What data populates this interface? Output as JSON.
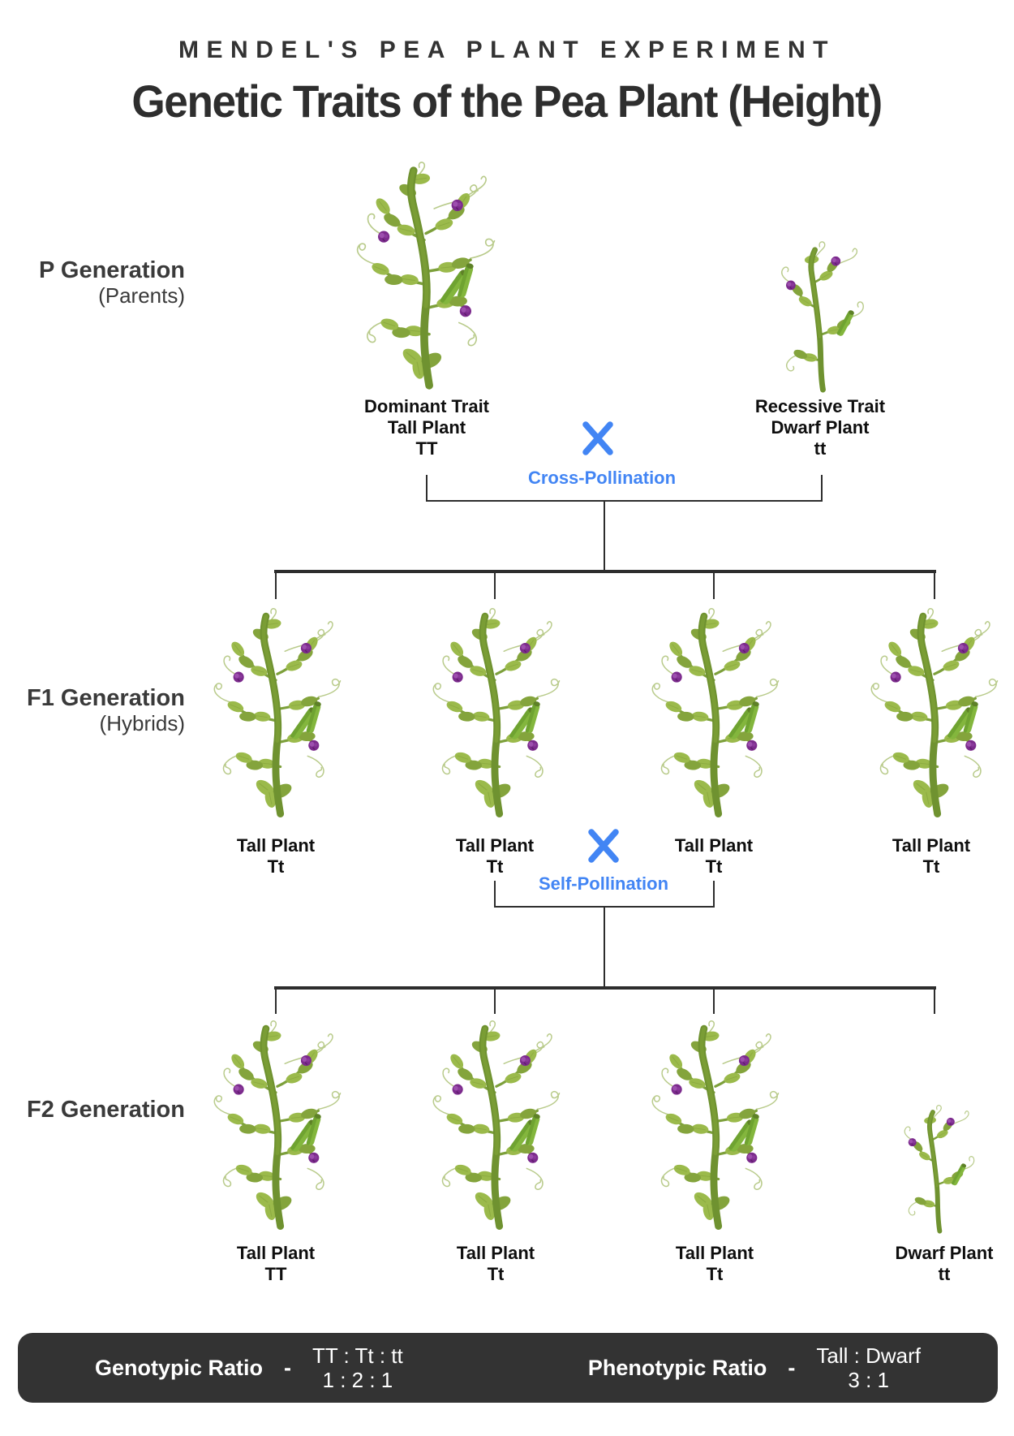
{
  "header": {
    "kicker": "MENDEL'S PEA PLANT EXPERIMENT",
    "title": "Genetic Traits of the Pea Plant (Height)"
  },
  "generations": {
    "p": {
      "label": "P Generation",
      "sublabel": "(Parents)"
    },
    "f1": {
      "label": "F1 Generation",
      "sublabel": "(Hybrids)"
    },
    "f2": {
      "label": "F2 Generation"
    }
  },
  "p_generation": {
    "dominant": {
      "trait": "Dominant Trait",
      "phenotype": "Tall Plant",
      "genotype": "TT"
    },
    "recessive": {
      "trait": "Recessive Trait",
      "phenotype": "Dwarf Plant",
      "genotype": "tt"
    },
    "cross_label": "Cross-Pollination"
  },
  "f1_generation": {
    "cross_label": "Self-Pollination",
    "plants": [
      {
        "phenotype": "Tall Plant",
        "genotype": "Tt"
      },
      {
        "phenotype": "Tall Plant",
        "genotype": "Tt"
      },
      {
        "phenotype": "Tall Plant",
        "genotype": "Tt"
      },
      {
        "phenotype": "Tall Plant",
        "genotype": "Tt"
      }
    ]
  },
  "f2_generation": {
    "plants": [
      {
        "phenotype": "Tall Plant",
        "genotype": "TT"
      },
      {
        "phenotype": "Tall Plant",
        "genotype": "Tt"
      },
      {
        "phenotype": "Tall Plant",
        "genotype": "Tt"
      },
      {
        "phenotype": "Dwarf Plant",
        "genotype": "tt"
      }
    ]
  },
  "footer": {
    "genotypic": {
      "label": "Genotypic Ratio",
      "dash": "-",
      "ratio_line1": "TT : Tt : tt",
      "ratio_line2": "1 : 2 : 1"
    },
    "phenotypic": {
      "label": "Phenotypic Ratio",
      "dash": "-",
      "ratio_line1": "Tall : Dwarf",
      "ratio_line2": "3 : 1"
    }
  },
  "colors": {
    "accent_blue": "#4285F4",
    "footer_bar": "#333333",
    "connector": "#2D2D2D",
    "stem_green": "#6F9230",
    "leaf_green": "#9BBA4B",
    "flower_purple": "#7C2B8D",
    "pod_green": "#83B63D",
    "text_dark": "#0F0F0F",
    "heading_gray": "#333333"
  }
}
